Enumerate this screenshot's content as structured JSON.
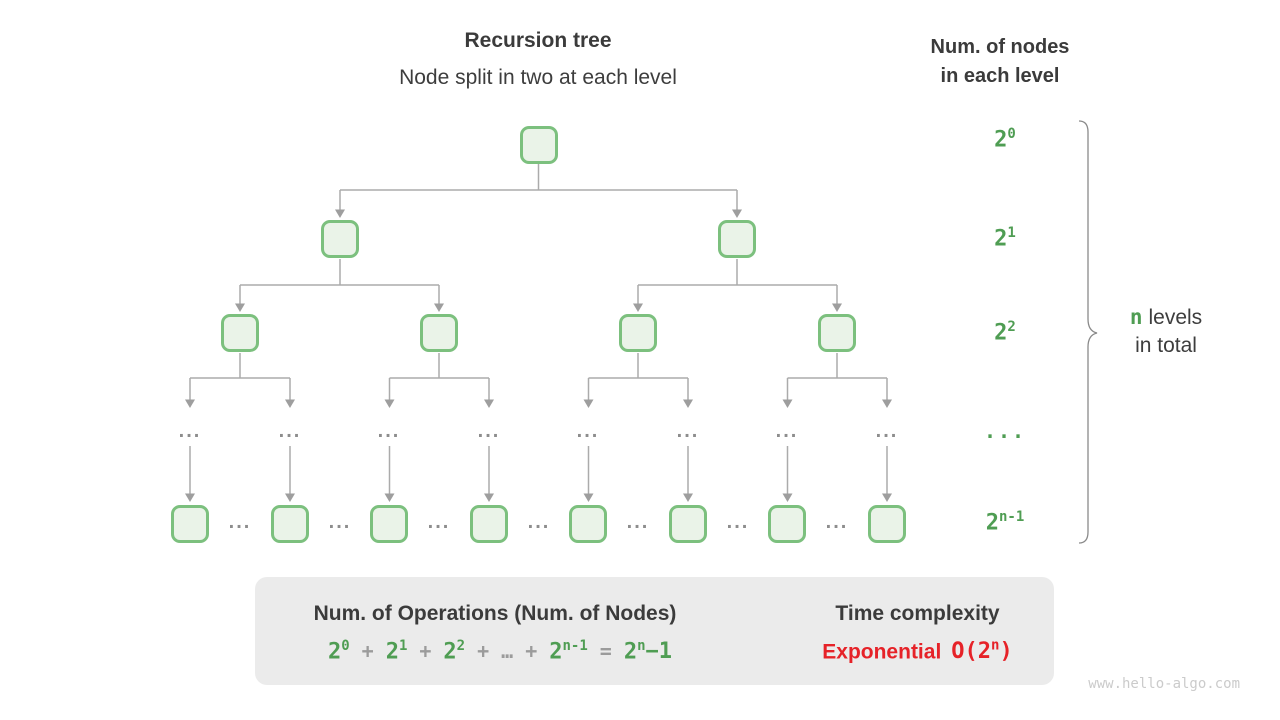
{
  "header": {
    "title": "Recursion tree",
    "subtitle": "Node split in two at each level",
    "right_title_line1": "Num. of nodes",
    "right_title_line2": "in each level"
  },
  "ellipsis": "...",
  "levels": [
    {
      "base": "2",
      "sup": "0"
    },
    {
      "base": "2",
      "sup": "1"
    },
    {
      "base": "2",
      "sup": "2"
    },
    {
      "dots": "..."
    },
    {
      "base": "2",
      "sup": "n-1"
    }
  ],
  "brace_label": {
    "n": "n",
    "rest_line1": "levels",
    "rest_line2": "in total"
  },
  "summary_box": {
    "operations_title": "Num. of Operations (Num. of Nodes)",
    "formula_tokens": [
      {
        "text": "2",
        "sup": "0"
      },
      {
        "text": "+"
      },
      {
        "text": "2",
        "sup": "1"
      },
      {
        "text": "+"
      },
      {
        "text": "2",
        "sup": "2"
      },
      {
        "text": "+"
      },
      {
        "text": "…"
      },
      {
        "text": "+"
      },
      {
        "text": "2",
        "sup": "n-1"
      },
      {
        "text": "="
      },
      {
        "text": "2",
        "sup": "n"
      },
      {
        "text": "−1"
      }
    ],
    "time_complexity_title": "Time complexity",
    "complexity_label": "Exponential",
    "complexity_notation": {
      "base": "O(2",
      "sup": "n",
      "close": ")"
    }
  },
  "watermark": "www.hello-algo.com",
  "colors": {
    "node_border": "#7cc07e",
    "node_fill": "#eaf3e8",
    "accent_green": "#4f9d53",
    "connector_gray": "#ababab",
    "complexity_red": "#e62228",
    "box_background": "#ebebeb"
  }
}
